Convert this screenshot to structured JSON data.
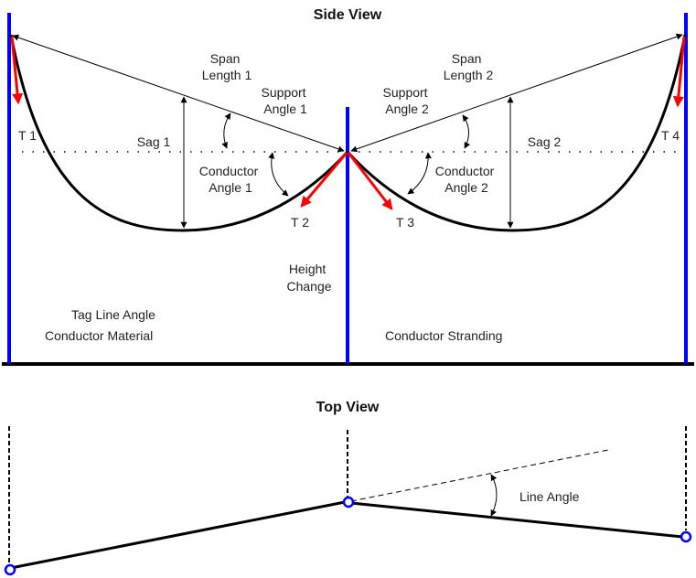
{
  "colors": {
    "pole": "#0000ff",
    "tension": "#ff0000",
    "conductor": "#000000",
    "annotation": "#000000",
    "background": "#ffffff"
  },
  "side_view": {
    "title": "Side View",
    "span_length_1": [
      "Span",
      "Length 1"
    ],
    "span_length_2": [
      "Span",
      "Length 2"
    ],
    "support_angle_1": [
      "Support",
      "Angle 1"
    ],
    "support_angle_2": [
      "Support",
      "Angle 2"
    ],
    "conductor_angle_1": [
      "Conductor",
      "Angle 1"
    ],
    "conductor_angle_2": [
      "Conductor",
      "Angle 2"
    ],
    "sag_1": "Sag 1",
    "sag_2": "Sag 2",
    "t1": "T 1",
    "t2": "T 2",
    "t3": "T 3",
    "t4": "T 4",
    "height_change": [
      "Height",
      "Change"
    ],
    "tag_line_angle": "Tag Line Angle",
    "conductor_material": "Conductor Material",
    "conductor_stranding": "Conductor Stranding"
  },
  "top_view": {
    "title": "Top View",
    "line_angle": "Line Angle"
  }
}
